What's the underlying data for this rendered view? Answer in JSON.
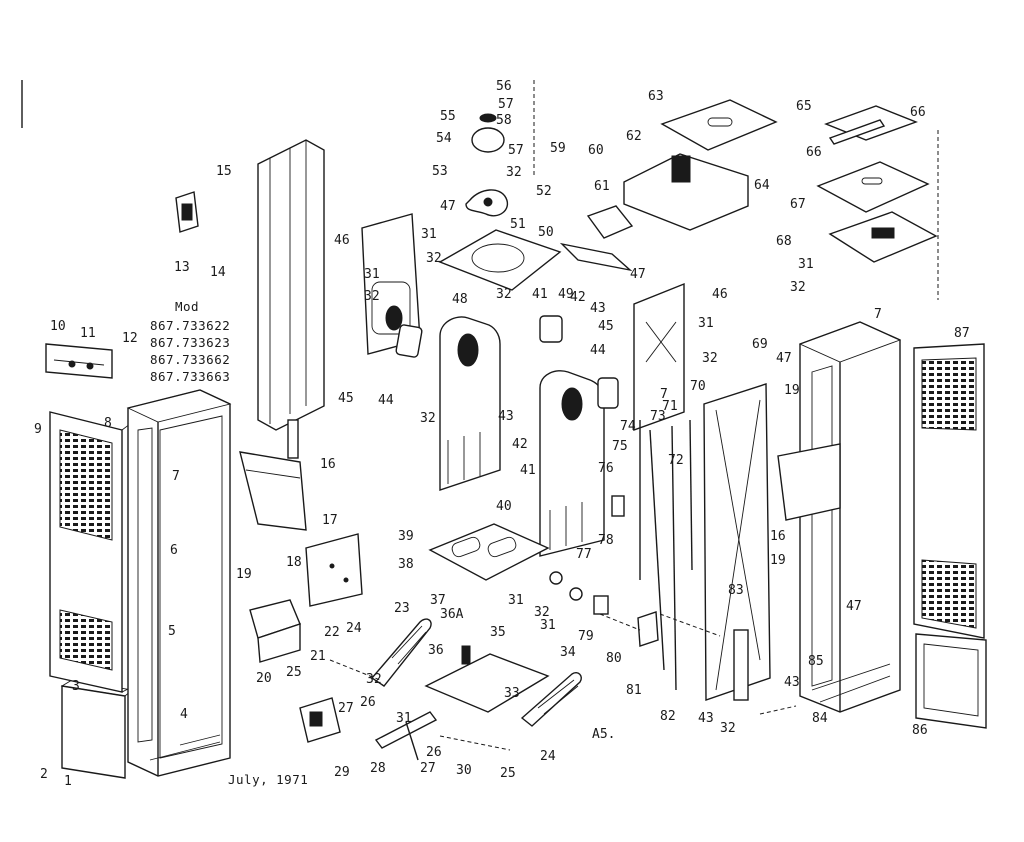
{
  "model_block": {
    "heading": "Mod",
    "models": [
      "867.733622",
      "867.733623",
      "867.733662",
      "867.733663"
    ]
  },
  "date_text": "July, 1971",
  "sheet_code": "A5.",
  "callouts": {
    "c1": "1",
    "c2": "2",
    "c3": "3",
    "c4": "4",
    "c5": "5",
    "c6": "6",
    "c7a": "7",
    "c7b": "7",
    "c7c": "7",
    "c8": "8",
    "c9": "9",
    "c10": "10",
    "c11": "11",
    "c12": "12",
    "c13": "13",
    "c14": "14",
    "c15": "15",
    "c16a": "16",
    "c16b": "16",
    "c17": "17",
    "c18": "18",
    "c19a": "19",
    "c19b": "19",
    "c19c": "19",
    "c20": "20",
    "c21": "21",
    "c22": "22",
    "c23": "23",
    "c24a": "24",
    "c24b": "24",
    "c25a": "25",
    "c25b": "25",
    "c26a": "26",
    "c26b": "26",
    "c27a": "27",
    "c27b": "27",
    "c28": "28",
    "c29": "29",
    "c30": "30",
    "c31a": "31",
    "c31b": "31",
    "c31c": "31",
    "c31d": "31",
    "c31e": "31",
    "c31f": "31",
    "c31g": "31",
    "c32a": "32",
    "c32b": "32",
    "c32c": "32",
    "c32d": "32",
    "c32e": "32",
    "c32f": "32",
    "c32g": "32",
    "c32h": "32",
    "c32i": "32",
    "c32j": "32",
    "c33": "33",
    "c34": "34",
    "c35": "35",
    "c36": "36",
    "c36a": "36A",
    "c37": "37",
    "c38": "38",
    "c39": "39",
    "c40": "40",
    "c41a": "41",
    "c41b": "41",
    "c42a": "42",
    "c42b": "42",
    "c43a": "43",
    "c43b": "43",
    "c43c": "43",
    "c43d": "43",
    "c44a": "44",
    "c44b": "44",
    "c45a": "45",
    "c45b": "45",
    "c46a": "46",
    "c46b": "46",
    "c47a": "47",
    "c47b": "47",
    "c47c": "47",
    "c47d": "47",
    "c48": "48",
    "c49": "49",
    "c50": "50",
    "c51": "51",
    "c52": "52",
    "c53": "53",
    "c54": "54",
    "c55": "55",
    "c56": "56",
    "c57a": "57",
    "c57b": "57",
    "c58": "58",
    "c59": "59",
    "c60": "60",
    "c61": "61",
    "c62": "62",
    "c63": "63",
    "c64": "64",
    "c65": "65",
    "c66a": "66",
    "c66b": "66",
    "c67": "67",
    "c68": "68",
    "c69": "69",
    "c70": "70",
    "c71": "71",
    "c72": "72",
    "c73": "73",
    "c74": "74",
    "c75": "75",
    "c76": "76",
    "c77": "77",
    "c78": "78",
    "c79": "79",
    "c80": "80",
    "c81": "81",
    "c82": "82",
    "c83": "83",
    "c84": "84",
    "c85": "85",
    "c86": "86",
    "c87": "87"
  }
}
